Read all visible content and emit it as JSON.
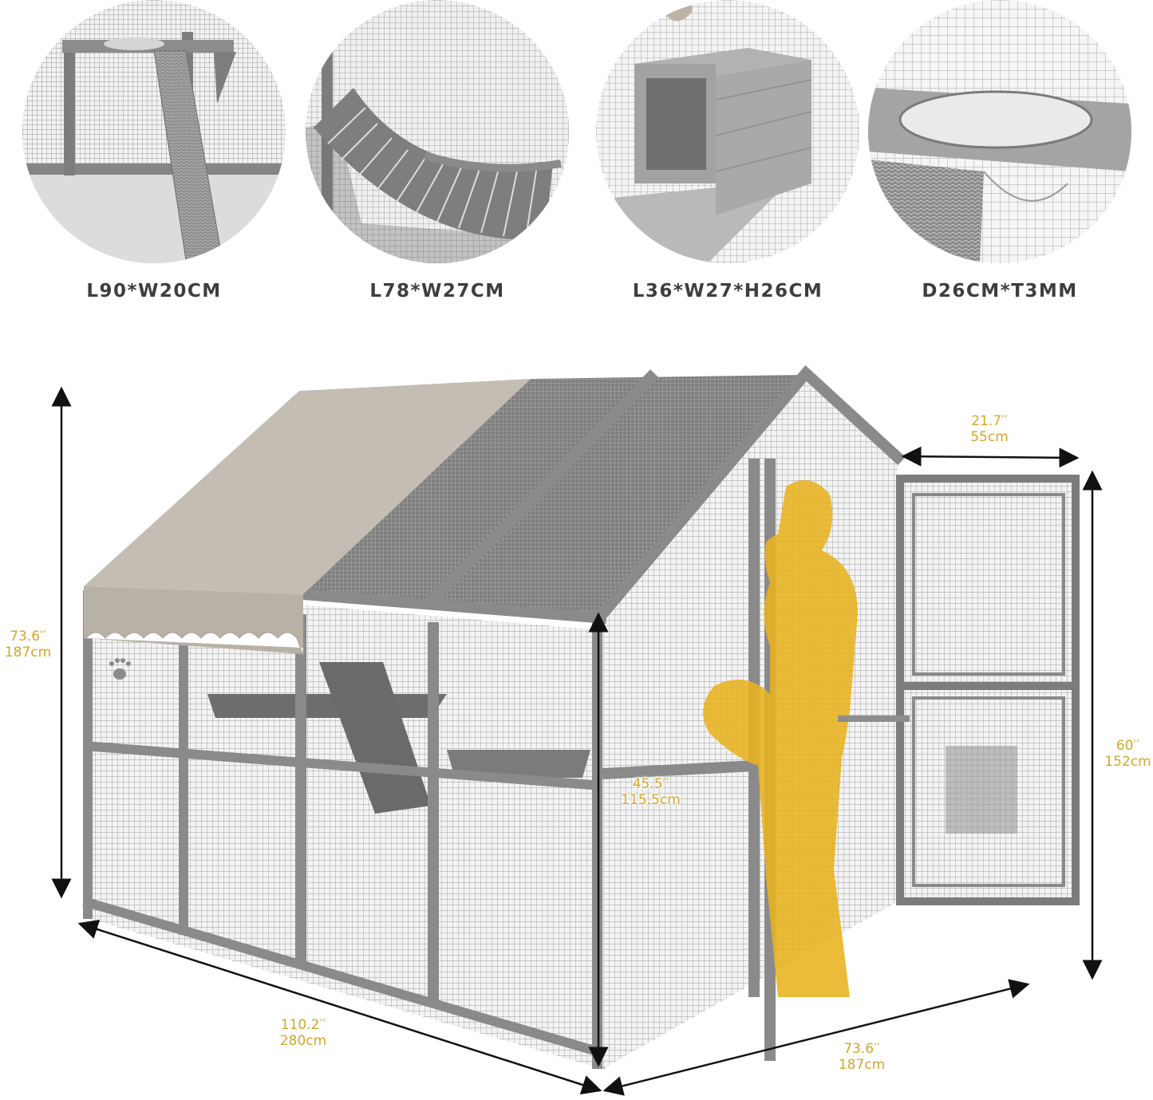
{
  "accessories": [
    {
      "name": "sisal-scratching-ramp",
      "label": "L90*W20CM"
    },
    {
      "name": "curved-hammock-bridge",
      "label": "L78*W27CM"
    },
    {
      "name": "cat-condo-box",
      "label": "L36*W27*H26CM"
    },
    {
      "name": "acrylic-bowl-perch",
      "label": "D26CM*T3MM"
    }
  ],
  "dimensions": {
    "total_height": {
      "imperial": "73.6′′",
      "metric": "187cm"
    },
    "door_width": {
      "imperial": "21.7′′",
      "metric": "55cm"
    },
    "door_height": {
      "imperial": "60′′",
      "metric": "152cm"
    },
    "wall_height": {
      "imperial": "45.5′′",
      "metric": "115.5cm"
    },
    "length": {
      "imperial": "110.2′′",
      "metric": "280cm"
    },
    "width": {
      "imperial": "73.6′′",
      "metric": "187cm"
    }
  },
  "colors": {
    "dimension_text": "#d4a52a",
    "label_text": "#3e3e3e",
    "frame": "#8a8a8a",
    "canopy": "#bcb6ad",
    "person_silhouette": "#e8b21f"
  }
}
